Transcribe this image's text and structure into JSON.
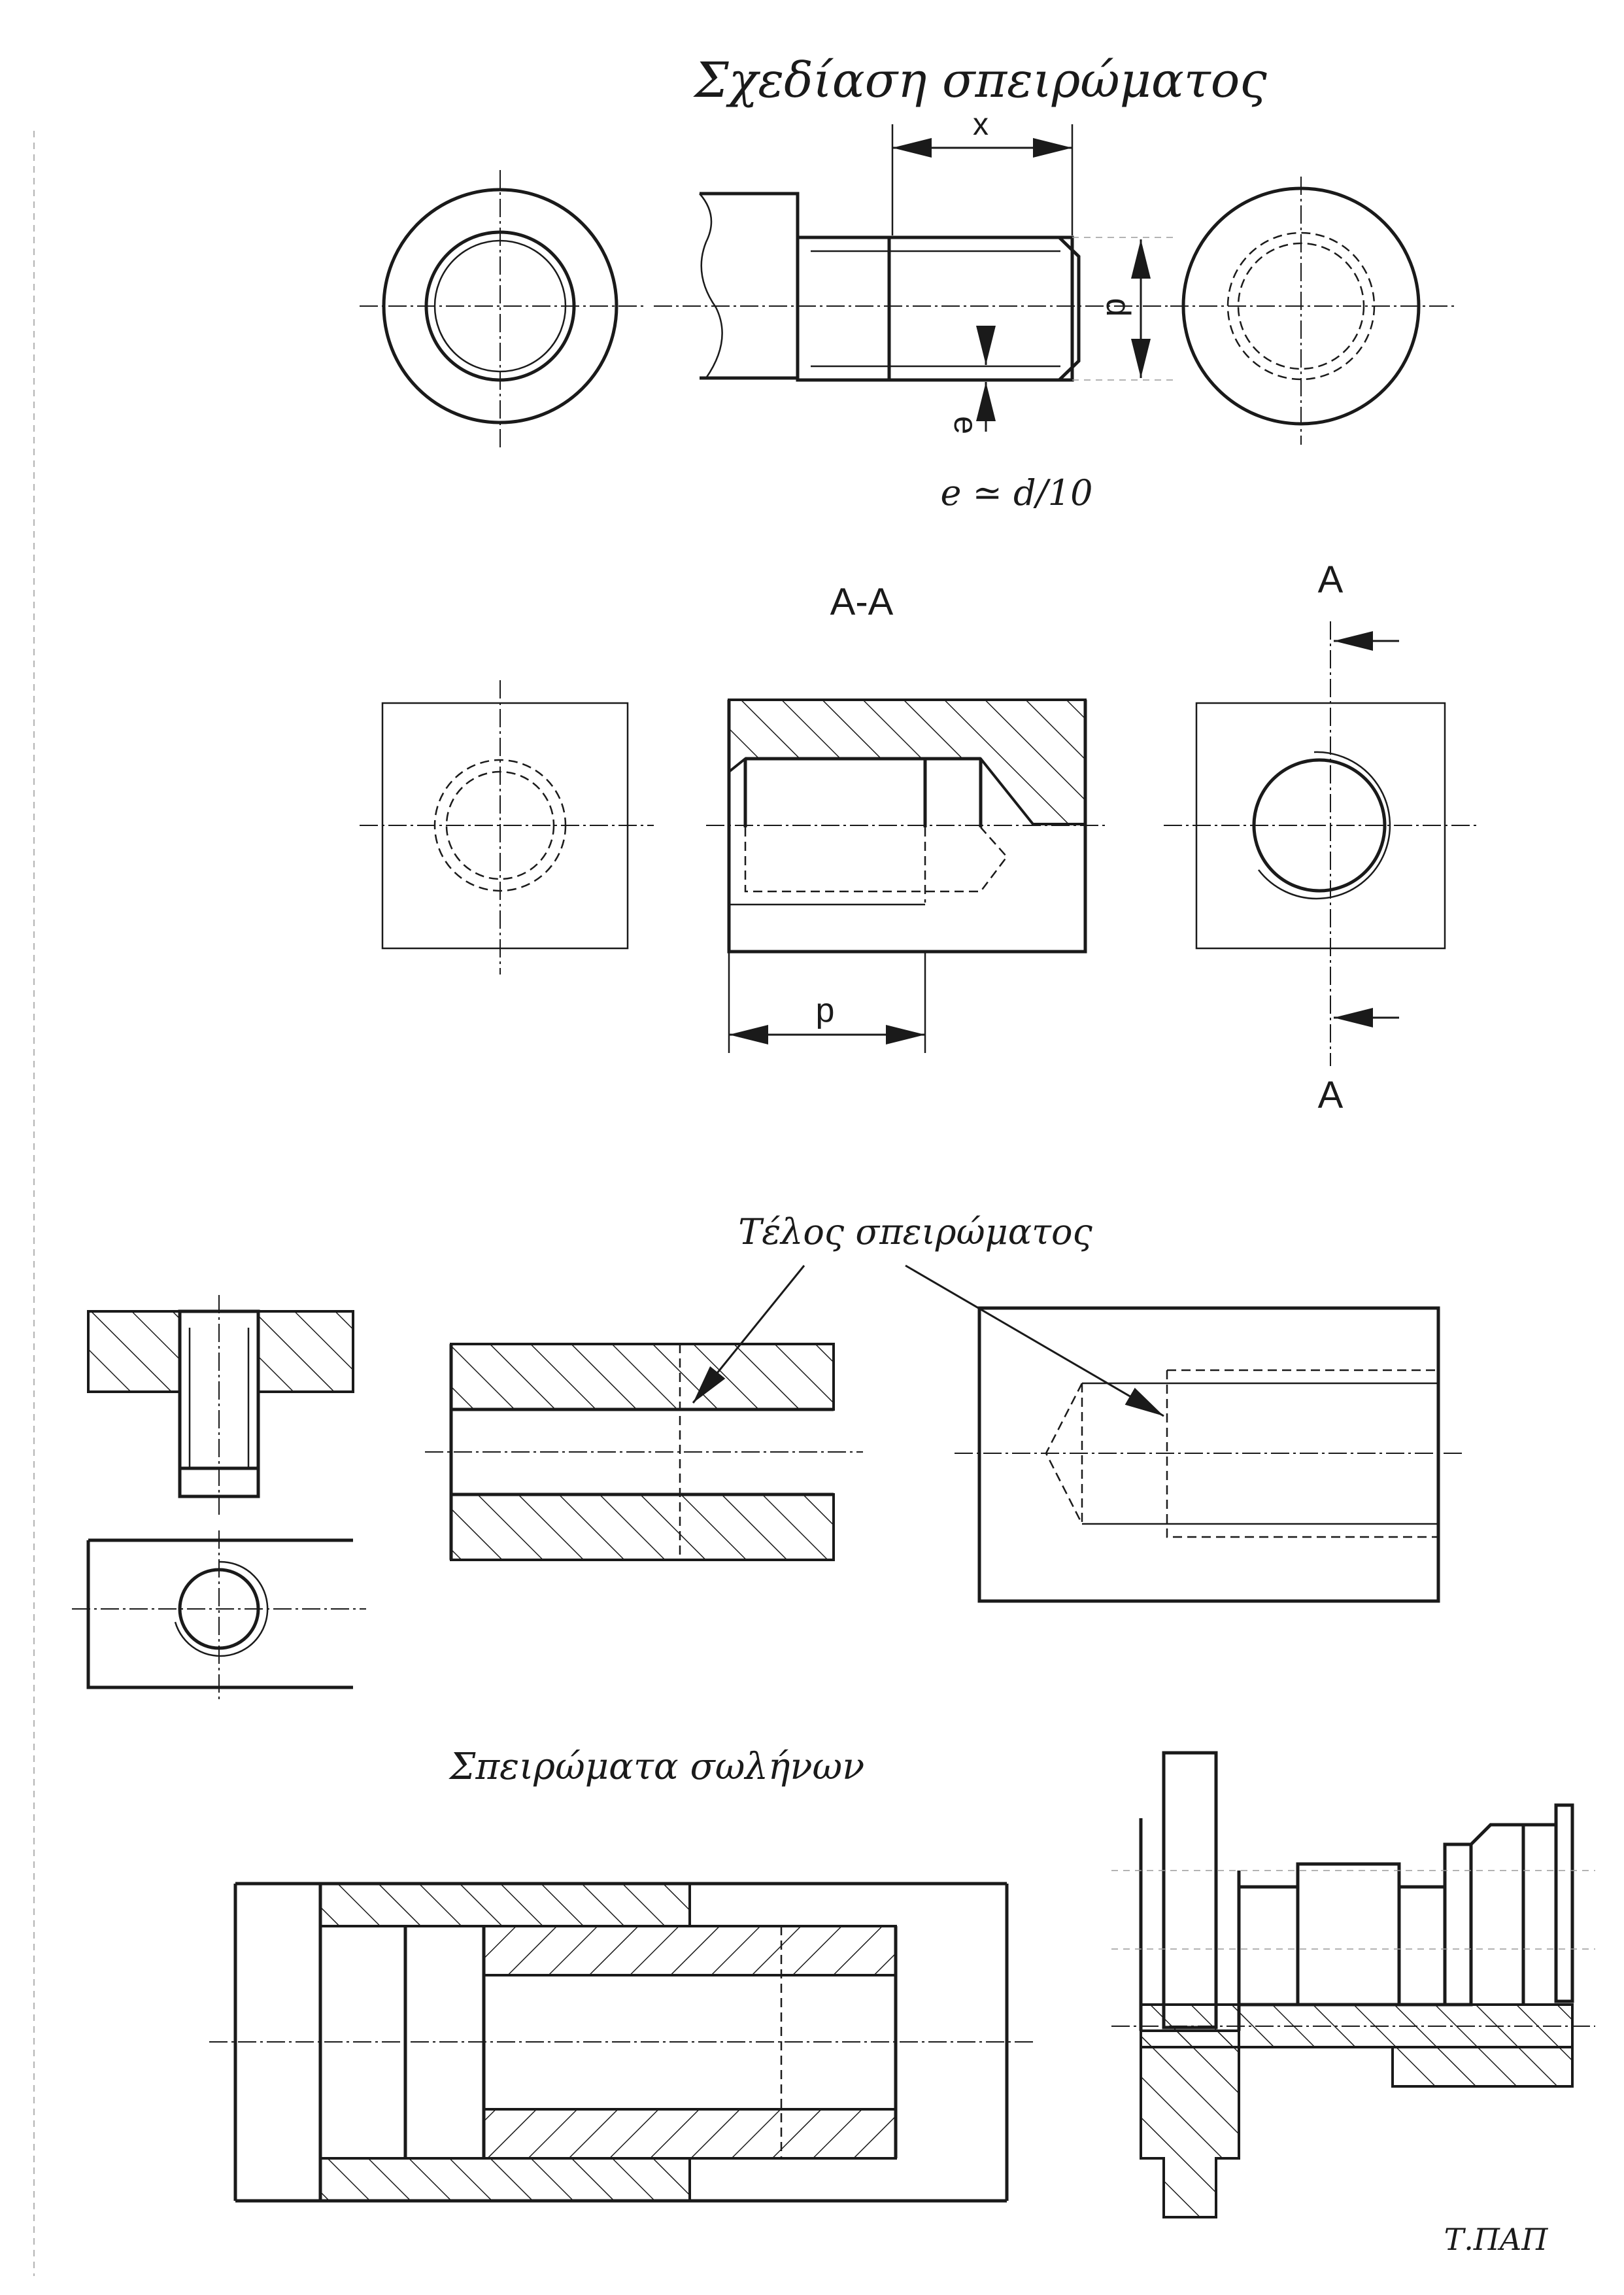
{
  "title": "Σχεδίαση σπειρώματος",
  "dimensions": {
    "x_label": "x",
    "d_label": "d",
    "e_label": "e",
    "e_formula": "e ≃ d/10",
    "p_label": "p"
  },
  "section": {
    "view_label": "A-A",
    "cut_top": "A",
    "cut_bottom": "A"
  },
  "thread_end_label": "Τέλος σπειρώματος",
  "pipe_threads_label": "Σπειρώματα σωλήνων",
  "signature": "Τ.ΠΑΠ"
}
